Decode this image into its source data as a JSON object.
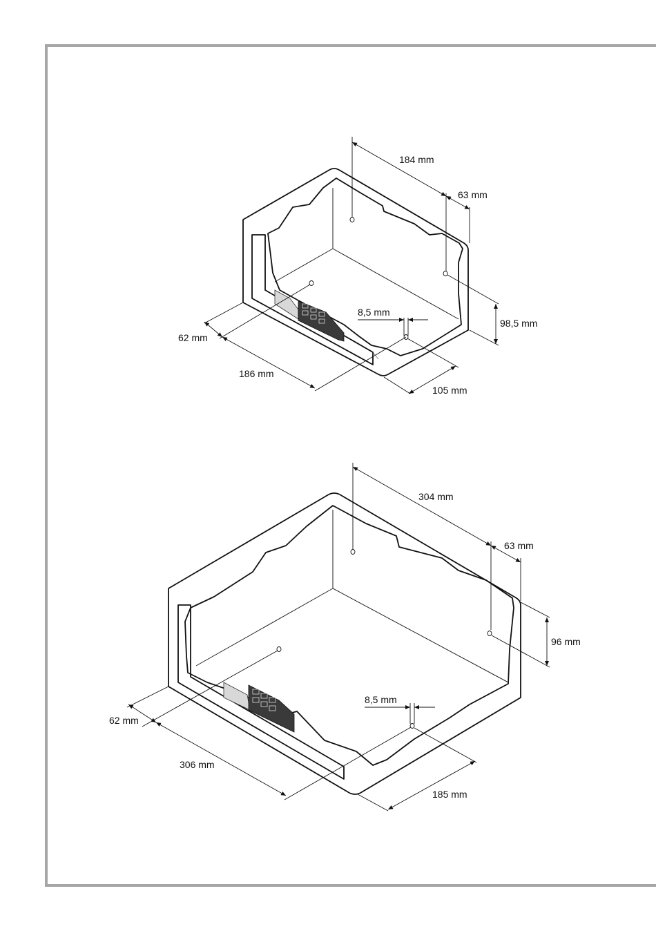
{
  "diagrams": [
    {
      "labels": {
        "width_back": "184 mm",
        "offset_right": "63 mm",
        "height": "98,5 mm",
        "hole_diameter": "8,5 mm",
        "offset_left": "62 mm",
        "width_front": "186 mm",
        "depth": "105 mm"
      }
    },
    {
      "labels": {
        "width_back": "304 mm",
        "offset_right": "63 mm",
        "height": "96 mm",
        "hole_diameter": "8,5 mm",
        "offset_left": "62 mm",
        "width_front": "306 mm",
        "depth": "185 mm"
      }
    }
  ],
  "colors": {
    "frame": "#a6a6a6",
    "line": "#111111",
    "keypad": "#3a3a3a",
    "panel": "#d8d8d8"
  }
}
